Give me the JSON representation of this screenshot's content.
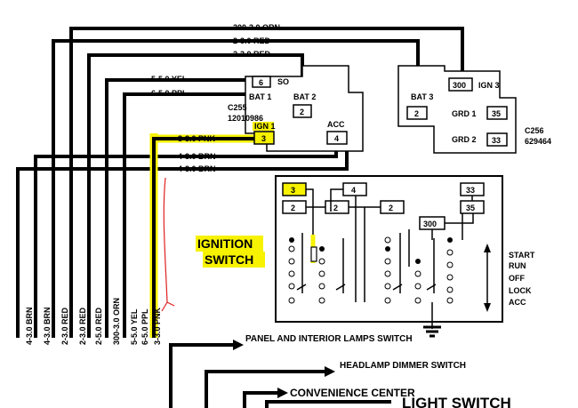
{
  "wires_top": {
    "w300_orn": "300-3.0 ORN",
    "w2_red_a": "2-3.0 RED",
    "w2_red_b": "2-3.0 RED",
    "w5_yel": "5-5.0 YEL",
    "w6_ppl": "6-5.0 PPL",
    "w3_pnk": "3-3.0 PNK",
    "w4_brn_a": "4-3.0 BRN",
    "w4_brn_b": "4-3.0 BRN"
  },
  "connector_c255": {
    "name": "C255",
    "part": "12010986",
    "soc_label": "SO",
    "bat1": "BAT 1",
    "bat2": "BAT 2",
    "ign1": "IGN 1",
    "acc": "ACC",
    "pin2": "2",
    "pin3": "3",
    "pin4": "4",
    "pin_small": "6"
  },
  "connector_c256": {
    "name": "C256",
    "part": "629464",
    "bat3": "BAT 3",
    "ign3": "IGN 3",
    "grd1": "GRD 1",
    "grd2": "GRD 2",
    "pin300": "300",
    "pin2": "2",
    "pin35": "35",
    "pin33": "33"
  },
  "switch_box": {
    "p3": "3",
    "p4": "4",
    "p2a": "2",
    "p2b": "2",
    "p2c": "2",
    "p33": "33",
    "p35": "35",
    "p300": "300",
    "positions": [
      "START",
      "RUN",
      "OFF",
      "LOCK",
      "ACC"
    ]
  },
  "ignition_title_1": "IGNITION",
  "ignition_title_2": "SWITCH",
  "vertical_wires": [
    "4-3.0 BRN",
    "4-3.0 BRN",
    "2-3.0 RED",
    "2-3.0 RED",
    "2-5.0 RED",
    "300-3.0 ORN",
    "5-5.0 YEL",
    "6-5.0 PPL",
    "3-3.0 PNK"
  ],
  "destinations": {
    "panel": "PANEL AND INTERIOR LAMPS SWITCH",
    "headlamp": "HEADLAMP DIMMER SWITCH",
    "convenience": "CONVENIENCE CENTER",
    "light": "LIGHT SWITCH"
  }
}
